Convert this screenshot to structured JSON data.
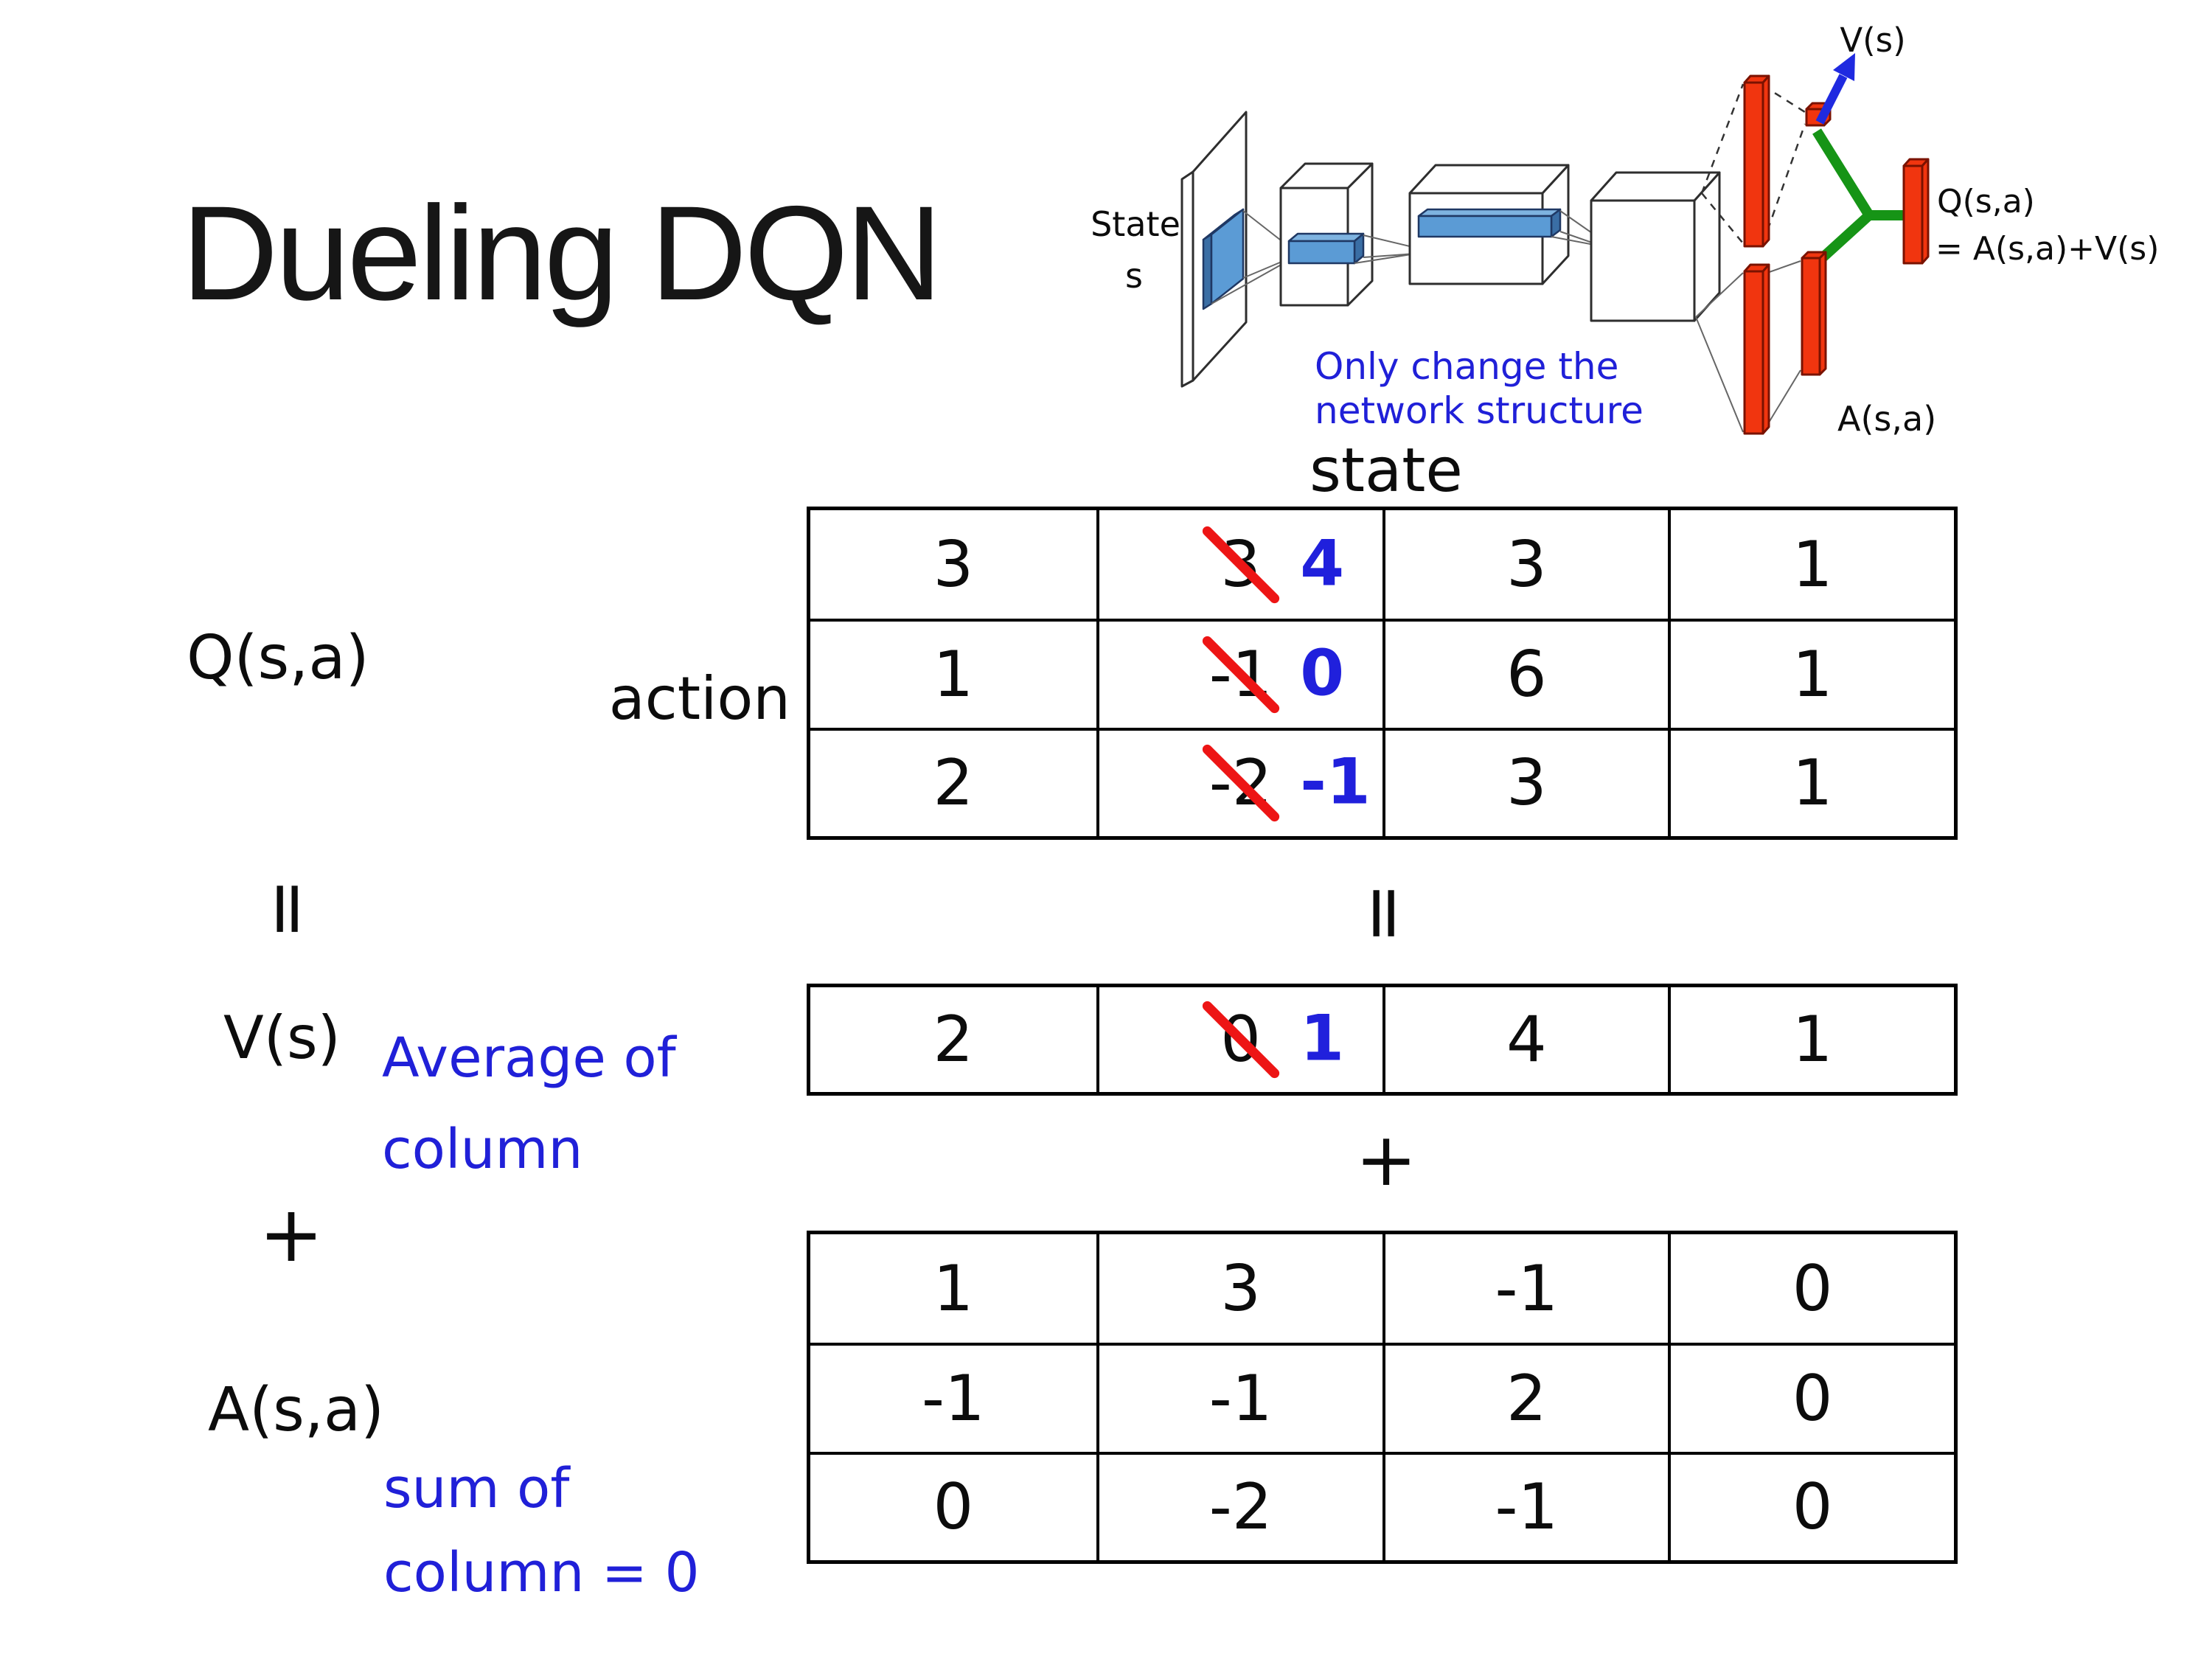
{
  "slide": {
    "title": "Dueling DQN"
  },
  "diagram": {
    "input_label_line1": "State",
    "input_label_line2": "s",
    "value_output_label": "V(s)",
    "q_output_line1": "Q(s,a)",
    "q_output_line2": "= A(s,a)+V(s)",
    "advantage_output_label": "A(s,a)",
    "note_line1": "Only change the",
    "note_line2": "network structure"
  },
  "equation": {
    "q_label": "Q(s,a)",
    "equals_left": "=",
    "v_label": "V(s)",
    "plus_left": "+",
    "a_label": "A(s,a)",
    "equals_center": "=",
    "plus_center": "+",
    "state_header": "state",
    "action_label": "action",
    "avg_note_line1": "Average of",
    "avg_note_line2": "column",
    "sum_note_line1": "sum of",
    "sum_note_line2": "column = 0"
  },
  "q_table": {
    "rows": [
      {
        "c1": "3",
        "old": "3",
        "new": "4",
        "c3": "3",
        "c4": "1"
      },
      {
        "c1": "1",
        "old": "-1",
        "new": "0",
        "c3": "6",
        "c4": "1"
      },
      {
        "c1": "2",
        "old": "-2",
        "new": "-1",
        "c3": "3",
        "c4": "1"
      }
    ]
  },
  "v_table": {
    "c1": "2",
    "old": "0",
    "new": "1",
    "c3": "4",
    "c4": "1"
  },
  "a_table": {
    "rows": [
      [
        "1",
        "3",
        "-1",
        "0"
      ],
      [
        "-1",
        "-1",
        "2",
        "0"
      ],
      [
        "0",
        "-2",
        "-1",
        "0"
      ]
    ]
  },
  "colors": {
    "annotation_blue": "#2020D8",
    "corrected_blue": "#2020DC",
    "strike_red": "#ED1515",
    "bar_red": "#F1350F",
    "merge_green": "#169416",
    "feature_blue": "#5B9BD5",
    "arrow_blue": "#1F2AE0"
  }
}
